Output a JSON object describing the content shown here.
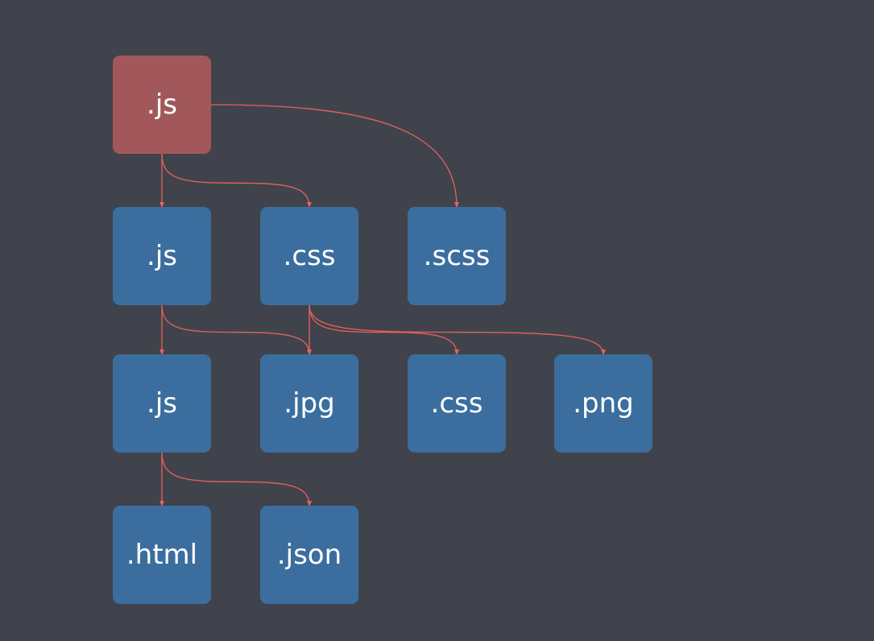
{
  "nodes": {
    "root": {
      "label": ".js",
      "kind": "entry"
    },
    "js1": {
      "label": ".js",
      "kind": "module"
    },
    "css1": {
      "label": ".css",
      "kind": "module"
    },
    "scss": {
      "label": ".scss",
      "kind": "module"
    },
    "js2": {
      "label": ".js",
      "kind": "module"
    },
    "jpg": {
      "label": ".jpg",
      "kind": "module"
    },
    "css2": {
      "label": ".css",
      "kind": "module"
    },
    "png": {
      "label": ".png",
      "kind": "module"
    },
    "html": {
      "label": ".html",
      "kind": "module"
    },
    "json": {
      "label": ".json",
      "kind": "module"
    }
  },
  "edges": [
    {
      "from": "root",
      "to": "js1"
    },
    {
      "from": "root",
      "to": "css1"
    },
    {
      "from": "root",
      "to": "scss"
    },
    {
      "from": "js1",
      "to": "js2"
    },
    {
      "from": "js1",
      "to": "jpg"
    },
    {
      "from": "css1",
      "to": "jpg"
    },
    {
      "from": "css1",
      "to": "css2"
    },
    {
      "from": "css1",
      "to": "png"
    },
    {
      "from": "js2",
      "to": "html"
    },
    {
      "from": "js2",
      "to": "json"
    }
  ],
  "colors": {
    "background": "#40434b",
    "entry_node": "#a2585a",
    "module_node": "#3b6e9e",
    "edge": "#e8605f",
    "text": "#ffffff"
  }
}
